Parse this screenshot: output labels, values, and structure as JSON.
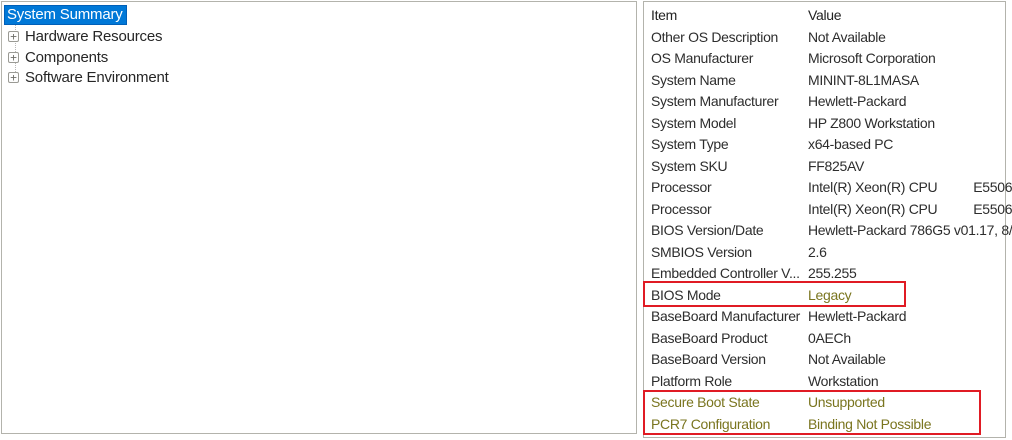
{
  "colors": {
    "selection_blue": "#0078d7",
    "annotation_red": "#e01b24",
    "annotated_text_olive": "#7a751f",
    "panel_border_gray": "#b3b3ac"
  },
  "tree": {
    "expand_glyph": "+",
    "selected_item": "System Summary",
    "items": [
      {
        "label": "Hardware Resources"
      },
      {
        "label": "Components"
      },
      {
        "label": "Software Environment"
      }
    ]
  },
  "details": {
    "columns": {
      "item": "Item",
      "value": "Value"
    },
    "rows": [
      {
        "item": "Other OS Description",
        "value": "Not Available"
      },
      {
        "item": "OS Manufacturer",
        "value": "Microsoft Corporation"
      },
      {
        "item": "System Name",
        "value": "MININT-8L1MASA"
      },
      {
        "item": "System Manufacturer",
        "value": "Hewlett-Packard"
      },
      {
        "item": "System Model",
        "value": "HP Z800 Workstation"
      },
      {
        "item": "System Type",
        "value": "x64-based PC"
      },
      {
        "item": "System SKU",
        "value": "FF825AV"
      },
      {
        "item": "Processor",
        "value": "Intel(R) Xeon(R) CPU          E5506"
      },
      {
        "item": "Processor",
        "value": "Intel(R) Xeon(R) CPU          E5506"
      },
      {
        "item": "BIOS Version/Date",
        "value": "Hewlett-Packard 786G5 v01.17, 8/"
      },
      {
        "item": "SMBIOS Version",
        "value": "2.6"
      },
      {
        "item": "Embedded Controller V...",
        "value": "255.255"
      },
      {
        "item": "BIOS Mode",
        "value": "Legacy"
      },
      {
        "item": "BaseBoard Manufacturer",
        "value": "Hewlett-Packard"
      },
      {
        "item": "BaseBoard Product",
        "value": "0AECh"
      },
      {
        "item": "BaseBoard Version",
        "value": "Not Available"
      },
      {
        "item": "Platform Role",
        "value": "Workstation"
      },
      {
        "item": "Secure Boot State",
        "value": "Unsupported"
      },
      {
        "item": "PCR7 Configuration",
        "value": "Binding Not Possible"
      }
    ]
  }
}
